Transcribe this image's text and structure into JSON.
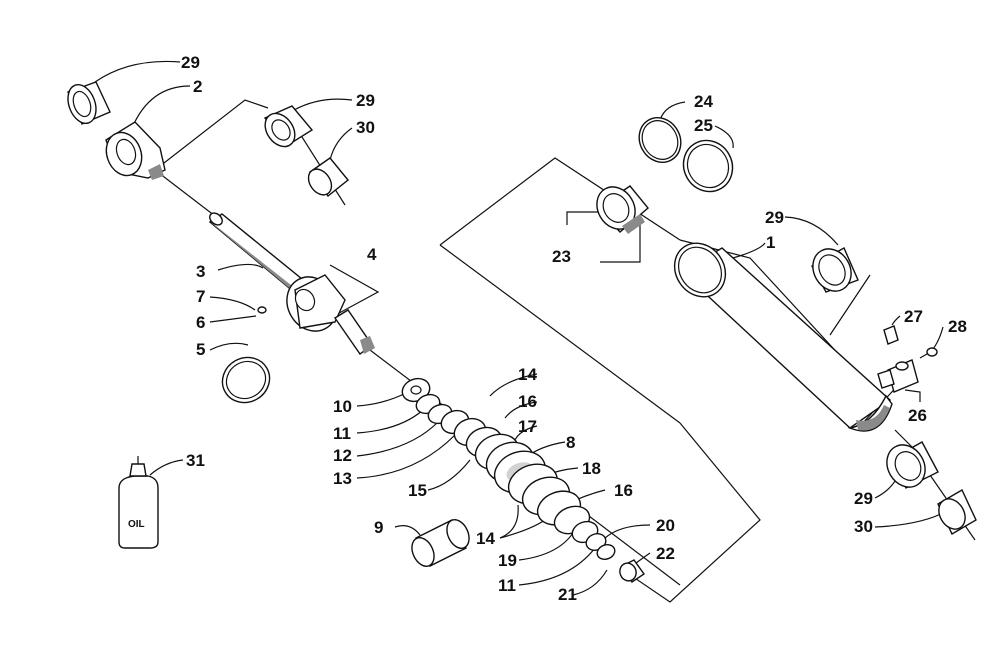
{
  "diagram": {
    "callouts": {
      "c1": "1",
      "c2": "2",
      "c3": "3",
      "c4": "4",
      "c5": "5",
      "c6": "6",
      "c7": "7",
      "c8": "8",
      "c9": "9",
      "c10": "10",
      "c11a": "11",
      "c11b": "11",
      "c12": "12",
      "c13": "13",
      "c14a": "14",
      "c14b": "14",
      "c15": "15",
      "c16a": "16",
      "c16b": "16",
      "c17": "17",
      "c18": "18",
      "c19": "19",
      "c20": "20",
      "c21": "21",
      "c22": "22",
      "c23": "23",
      "c24": "24",
      "c25": "25",
      "c26": "26",
      "c27": "27",
      "c28": "28",
      "c29a": "29",
      "c29b": "29",
      "c29c": "29",
      "c29d": "29",
      "c30a": "30",
      "c30b": "30",
      "c31": "31"
    },
    "oil_label": "OIL",
    "colors": {
      "line": "#111111",
      "shade": "#8a8a8a",
      "background": "#ffffff"
    }
  }
}
